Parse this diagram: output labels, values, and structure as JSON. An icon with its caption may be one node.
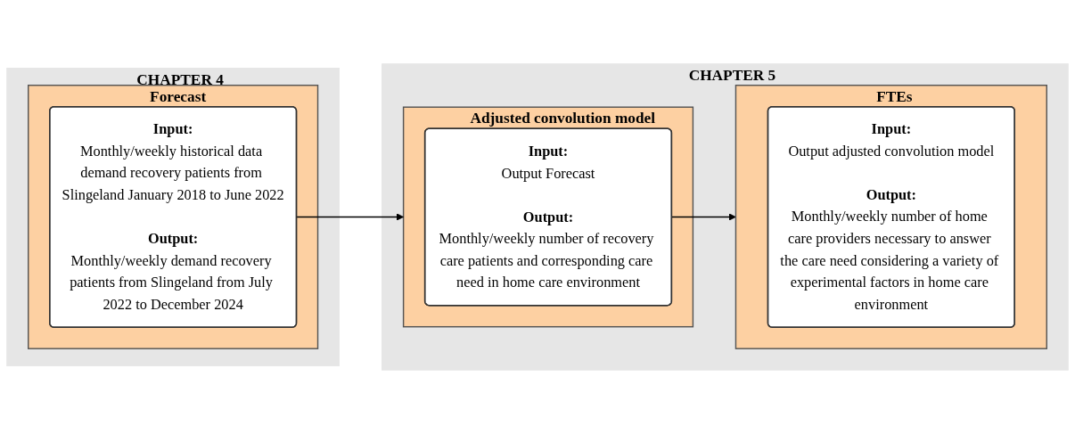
{
  "diagram": {
    "nodes": [
      {
        "text": [
          "CHAPTER 4"
        ]
      },
      {
        "text": [
          "Forecast"
        ],
        "in": 0
      },
      {
        "text": [
          "Input:",
          "Monthly/weekly historical data demand recovery patients from Slingeland January 2018 to June 2022",
          "Output:",
          "Monthly/weekly demand recovery patients from Slingeland from July 2022 to December 2024"
        ],
        "in": 1
      },
      {
        "text": [
          "CHAPTER 5"
        ]
      },
      {
        "text": [
          "Adjusted convolution model"
        ],
        "in": 3
      },
      {
        "text": [
          "Input:",
          "Output Forecast",
          "Output:",
          "Monthly/weekly number of recovery care patients and corresponding care need in home care environment"
        ],
        "in": 4
      },
      {
        "text": [
          "FTEs"
        ],
        "in": 3
      },
      {
        "text": [
          "Input:",
          "Output adjusted convolution model",
          "Output:",
          "Monthly/weekly number of home care providers necessary to answer the care need considering a variety of experimental factors in home care environment"
        ],
        "in": 6
      }
    ],
    "edges": [
      {
        "from": 2,
        "to": 4,
        "arrow": "to"
      },
      {
        "from": 5,
        "to": 6,
        "arrow": "to"
      }
    ]
  }
}
